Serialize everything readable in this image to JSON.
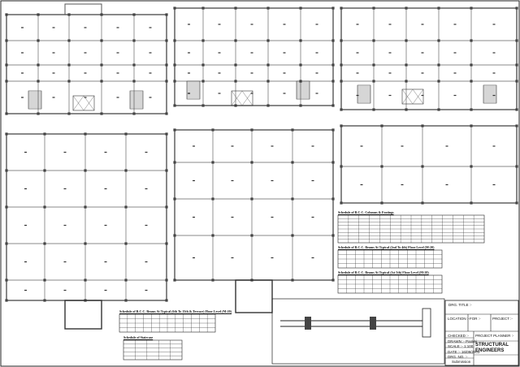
{
  "schedules": {
    "beams_6_15": "Schedule of R.C.C. Beams At Typical (6th To 15th & Terrace) Floor Level (M-20)",
    "staircase": "Schedule of Staircase",
    "columns_footings": "Schedule of R.C.C. Columns & Footings",
    "beams_2_4": "Schedule of R.C.C. Beams At Typical (2nd To 4th) Floor Level (M-20)",
    "beams_1_5": "Schedule of R.C.C. Beams At Typical (1st 5th) Floor Level (M-20)"
  },
  "title_block": {
    "drg_title": "DRG. TITLE :-",
    "location": "LOCATION :-",
    "for": "FOR :-",
    "project": "PROJECT :-",
    "checked": "CHECKED :-",
    "drawn": "DRAWN :- Pankaj",
    "scale": "SCALE :- 1:100",
    "date": "DATE :- 16/09/2003",
    "drg_no": "DRG. NO. :-",
    "submission": "Submission",
    "project_planner": "PROJECT PLANNER :-",
    "structural_engineers": "STRUCTURAL ENGINEERS"
  }
}
